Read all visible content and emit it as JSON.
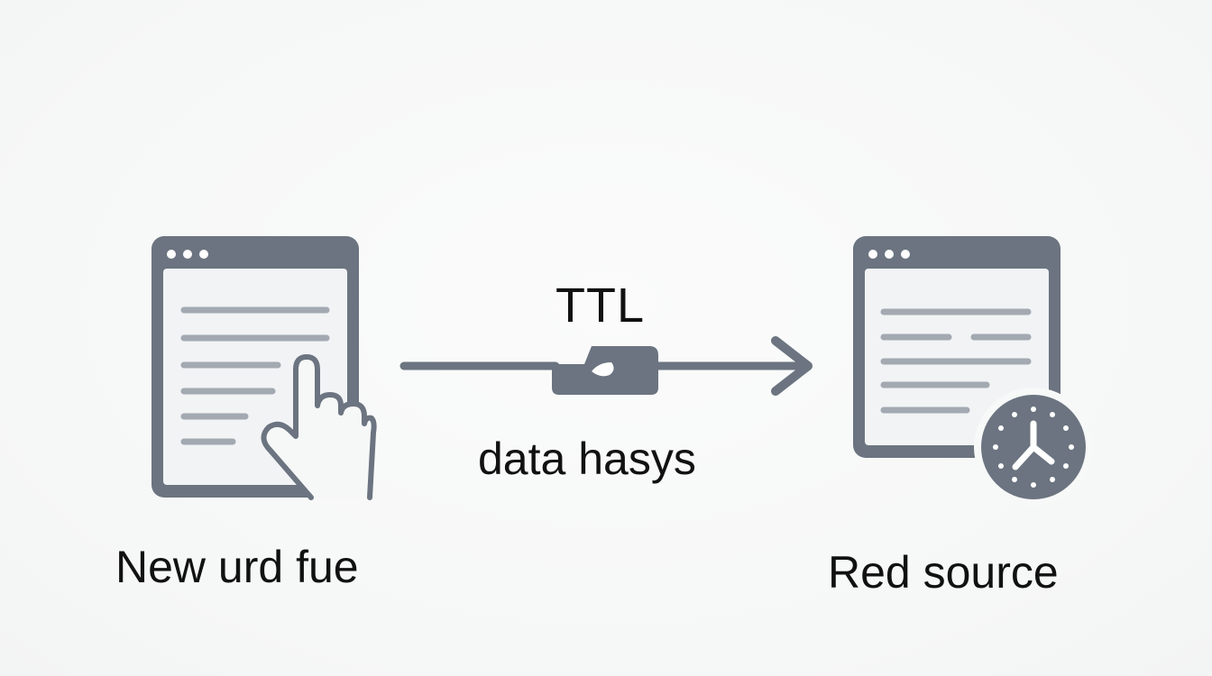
{
  "diagram": {
    "source_node": {
      "label": "New urd fue",
      "icons": [
        "browser-window-icon",
        "pointing-hand-icon"
      ]
    },
    "target_node": {
      "label": "Red source",
      "icons": [
        "browser-window-icon",
        "clock-icon"
      ]
    },
    "edge": {
      "top_label": "TTL",
      "bottom_label": "data hasys",
      "icons": [
        "arrow-right-icon",
        "tag-icon"
      ]
    },
    "colors": {
      "icon_stroke": "#6b7480",
      "icon_line": "#a3a9b1",
      "window_fill": "#f1f3f5",
      "background": "#f7f8f8",
      "text": "#111111"
    }
  }
}
